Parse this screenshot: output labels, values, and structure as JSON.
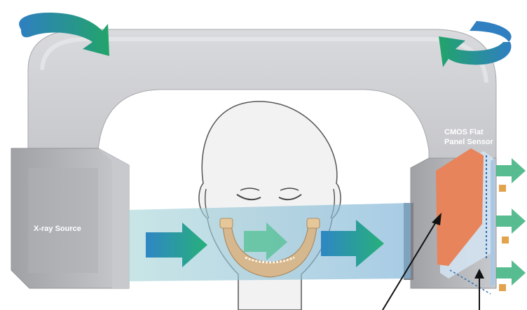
{
  "labels": {
    "xray_source": "X-ray Source",
    "sensor_line1": "CMOS Flat",
    "sensor_line2": "Panel Sensor"
  },
  "colors": {
    "gantry": "#bdbec2",
    "gantry_light": "#dcdde0",
    "gantry_dark": "#9a9ca1",
    "rotation_arrow_green": "#25a86b",
    "rotation_arrow_blue": "#2f7fc1",
    "beam": "#8cc3dc",
    "beam_arrow": "#2aa97a",
    "sensor_orange": "#e8845b",
    "sensor_panel": "#c6dbee",
    "jaw": "#d8b68a"
  },
  "icons": {
    "left_rotation": "rotate-clockwise-arrow-icon",
    "right_rotation": "rotate-counterclockwise-arrow-icon"
  }
}
